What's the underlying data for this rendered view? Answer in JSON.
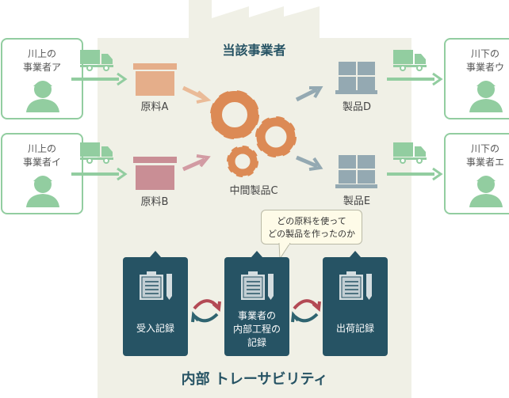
{
  "title": "当該事業者",
  "upstream": [
    {
      "line1": "川上の",
      "line2": "事業者ア"
    },
    {
      "line1": "川上の",
      "line2": "事業者イ"
    }
  ],
  "downstream": [
    {
      "line1": "川下の",
      "line2": "事業者ウ"
    },
    {
      "line1": "川下の",
      "line2": "事業者エ"
    }
  ],
  "materials": [
    "原料A",
    "原料B"
  ],
  "intermediate": "中間製品C",
  "products": [
    "製品D",
    "製品E"
  ],
  "callout": {
    "line1": "どの原料を使って",
    "line2": "どの製品を作ったのか"
  },
  "records": [
    {
      "lines": [
        "受入記録"
      ]
    },
    {
      "lines": [
        "事業者の",
        "内部工程の",
        "記録"
      ]
    },
    {
      "lines": [
        "出荷記録"
      ]
    }
  ],
  "footer": "内部 トレーサビリティ",
  "colors": {
    "green": "#92cda0",
    "factory": "#f0f0e6",
    "navy": "#265364",
    "gear": "#dc8a55",
    "box_a": "#e5ae8a",
    "box_b": "#c98e95",
    "pallet": "#94a9b2"
  }
}
